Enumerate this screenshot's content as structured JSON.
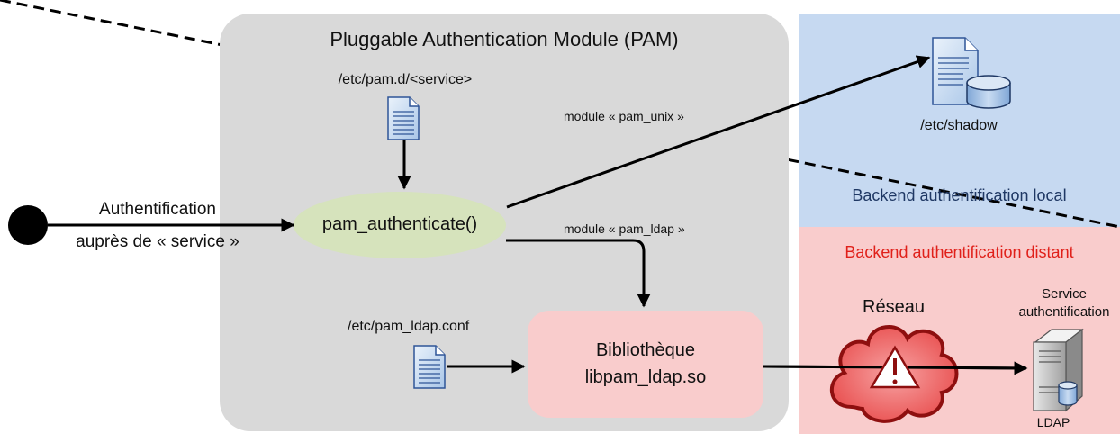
{
  "pam": {
    "title": "Pluggable Authentication Module (PAM)",
    "config_path": "/etc/pam.d/<service>",
    "function": "pam_authenticate()",
    "module_unix": "module « pam_unix »",
    "module_ldap": "module « pam_ldap »",
    "ldap_conf": "/etc/pam_ldap.conf",
    "library_line1": "Bibliothèque",
    "library_line2": "libpam_ldap.so"
  },
  "client": {
    "line1": "Authentification",
    "line2": "auprès de « service »"
  },
  "local_backend": {
    "label": "Backend authentification local",
    "shadow": "/etc/shadow"
  },
  "remote_backend": {
    "label": "Backend authentification distant",
    "network": "Réseau",
    "service_line1": "Service",
    "service_line2": "authentification",
    "ldap": "LDAP"
  },
  "colors": {
    "pam_box": "#d9d9d9",
    "local_bg": "#c6d9f1",
    "remote_bg": "#f9cccc",
    "remote_label": "#e0201a",
    "local_label": "#1f3864",
    "function_ellipse": "#d6e3bc",
    "library_box": "#f9cccc"
  }
}
